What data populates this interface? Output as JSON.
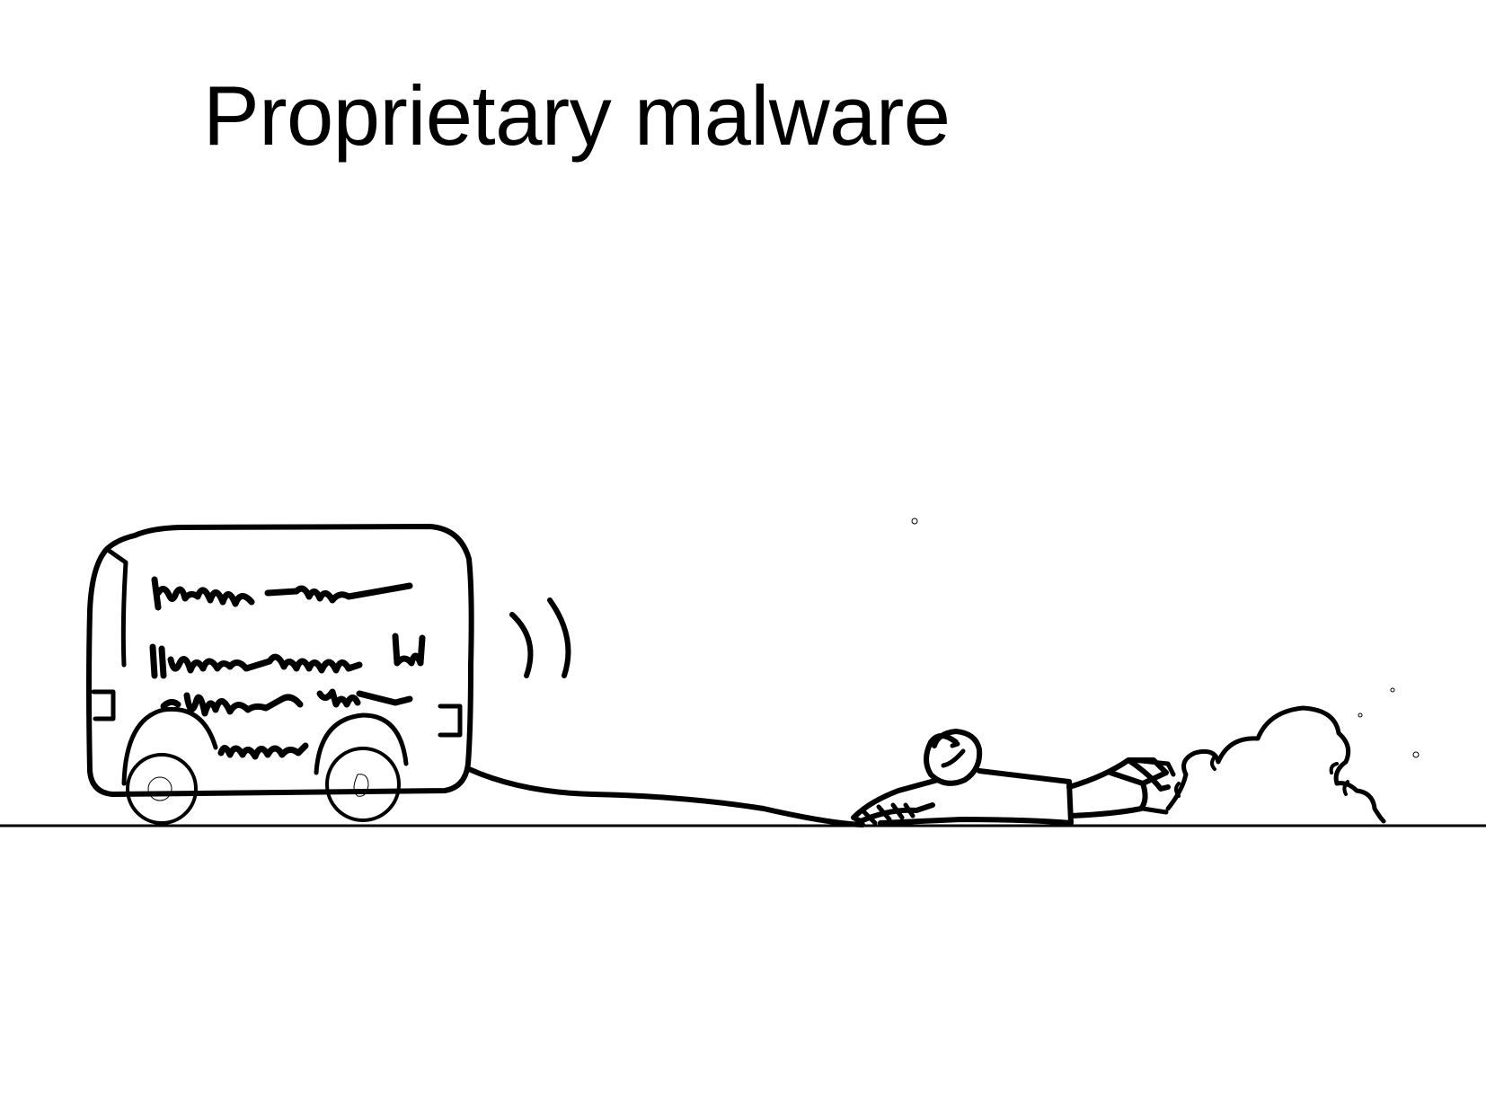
{
  "title": "Proprietary malware",
  "icons": {
    "bus": "bus-illustration",
    "person": "dragged-person-illustration",
    "dust": "dust-cloud-illustration"
  },
  "colors": {
    "background": "#ffffff",
    "ink": "#000000"
  }
}
